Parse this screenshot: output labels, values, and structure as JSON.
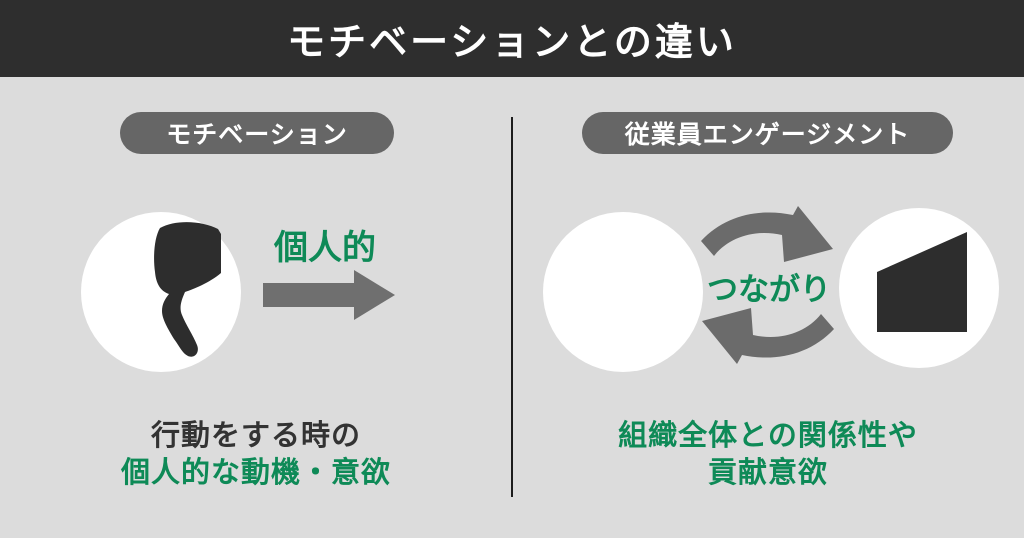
{
  "header": {
    "title": "モチベーションとの違い"
  },
  "left_panel": {
    "label": "モチベーション",
    "relation_caption": "個人的",
    "description_line1": "行動をする時の",
    "description_line2": "個人的な動機・意欲"
  },
  "right_panel": {
    "label": "従業員エンゲージメント",
    "relation_caption": "つながり",
    "description_line1": "組織全体との関係性や",
    "description_line2": "貢献意欲"
  },
  "icons": {
    "person": "person-icon",
    "organization": "building-icon",
    "individual_arrow": "arrow-right-icon",
    "mutual_arrows": "cycle-arrows-icon"
  },
  "colors": {
    "header_bg": "#2e2e2e",
    "body_bg": "#dcdcdc",
    "pill_bg": "#666666",
    "accent_green": "#0e8a57",
    "icon_dark": "#2d2d2d",
    "arrow_gray": "#6f6f6f",
    "divider": "#1c1c1c",
    "text_dark": "#333333",
    "text_white": "#ffffff"
  }
}
